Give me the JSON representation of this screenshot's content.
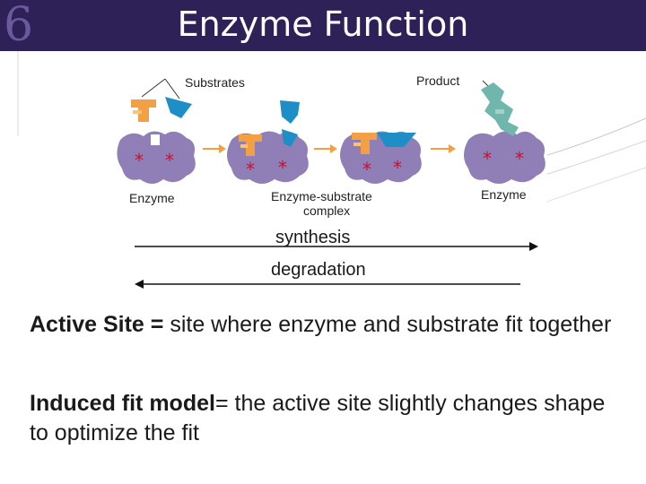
{
  "slide": {
    "number": "6",
    "title": "Enzyme Function"
  },
  "figure": {
    "substrates_label": "Substrates",
    "product_label": "Product",
    "enzyme_left_label": "Enzyme",
    "complex_label_line1": "Enzyme-substrate",
    "complex_label_line2": "complex",
    "enzyme_right_label": "Enzyme",
    "active_site_marker": "*"
  },
  "arrows": {
    "forward_label": "synthesis",
    "reverse_label": "degradation"
  },
  "definitions": {
    "active_site_term": "Active Site =",
    "active_site_text": " site where enzyme and substrate fit together",
    "induced_fit_term": "Induced fit model",
    "induced_fit_text": "= the active site slightly changes shape to optimize the fit"
  },
  "colors": {
    "title_bar": "#2d2158",
    "enzyme": "#8f7fb6",
    "substrate_orange": "#f2a043",
    "substrate_blue": "#1d8fc6",
    "product_teal": "#6fb6ad",
    "asterisk": "#c8102e"
  }
}
